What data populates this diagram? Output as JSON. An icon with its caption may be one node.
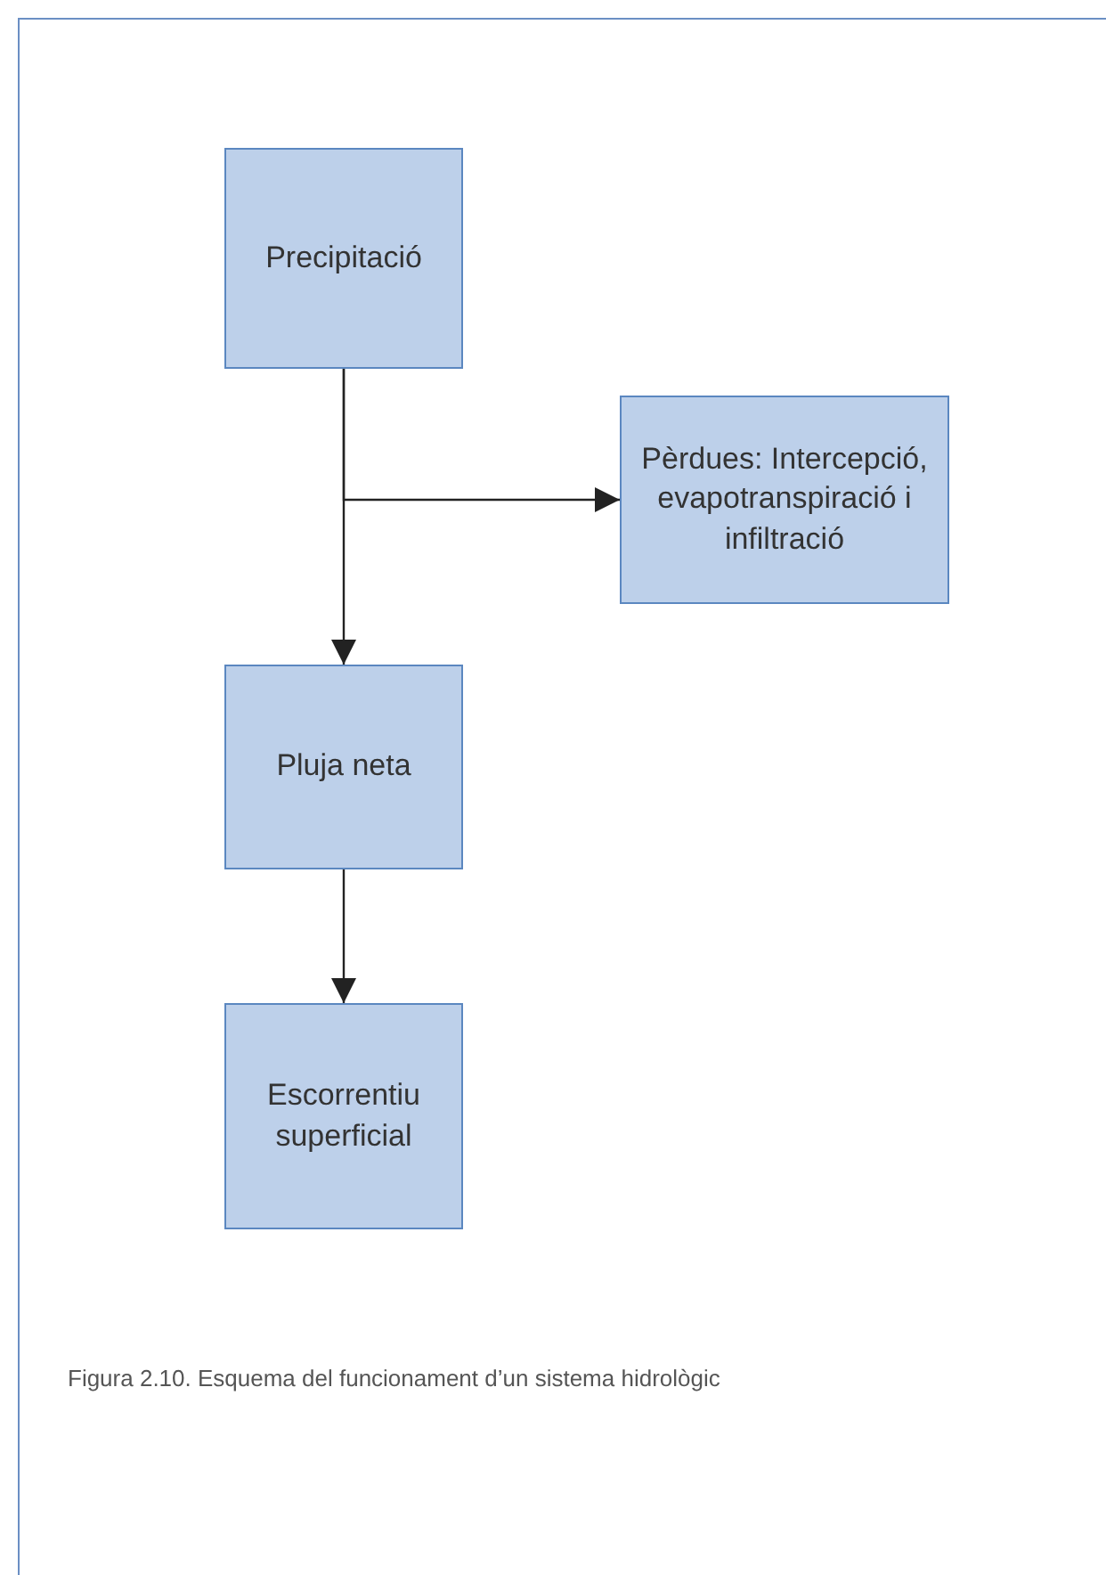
{
  "diagram": {
    "nodes": [
      {
        "text": [
          "Precipitació"
        ]
      },
      {
        "text": [
          "Pèrdues: Intercepció, evapotranspiració i infiltració"
        ]
      },
      {
        "text": [
          "Pluja neta"
        ]
      },
      {
        "text": [
          "Escorrentiu superficial"
        ]
      }
    ],
    "edges": [
      {
        "from": 0,
        "to": 2,
        "arrow": "to"
      },
      {
        "from": 0,
        "to": 1,
        "arrow": "to"
      },
      {
        "from": 2,
        "to": 3,
        "arrow": "to"
      }
    ],
    "caption": "Figura 2.10. Esquema del funcionament d’un sistema hidrològic"
  }
}
